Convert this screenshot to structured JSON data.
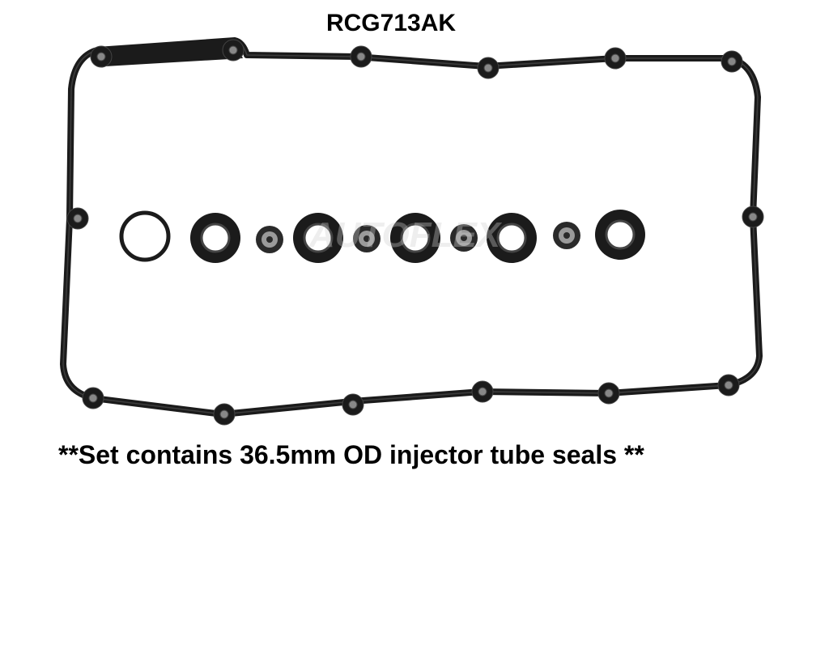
{
  "product": {
    "part_number": "RCG713AK",
    "caption": "**Set contains 36.5mm OD injector tube seals **"
  },
  "photo": {
    "subject": "valve-cover-gasket-set",
    "watermark": "AUTOFLEX",
    "colors": {
      "rubber": "#1b1b1b",
      "rubber_highlight": "#555555",
      "grommet": "#9a9a9a",
      "background": "#ffffff"
    }
  }
}
